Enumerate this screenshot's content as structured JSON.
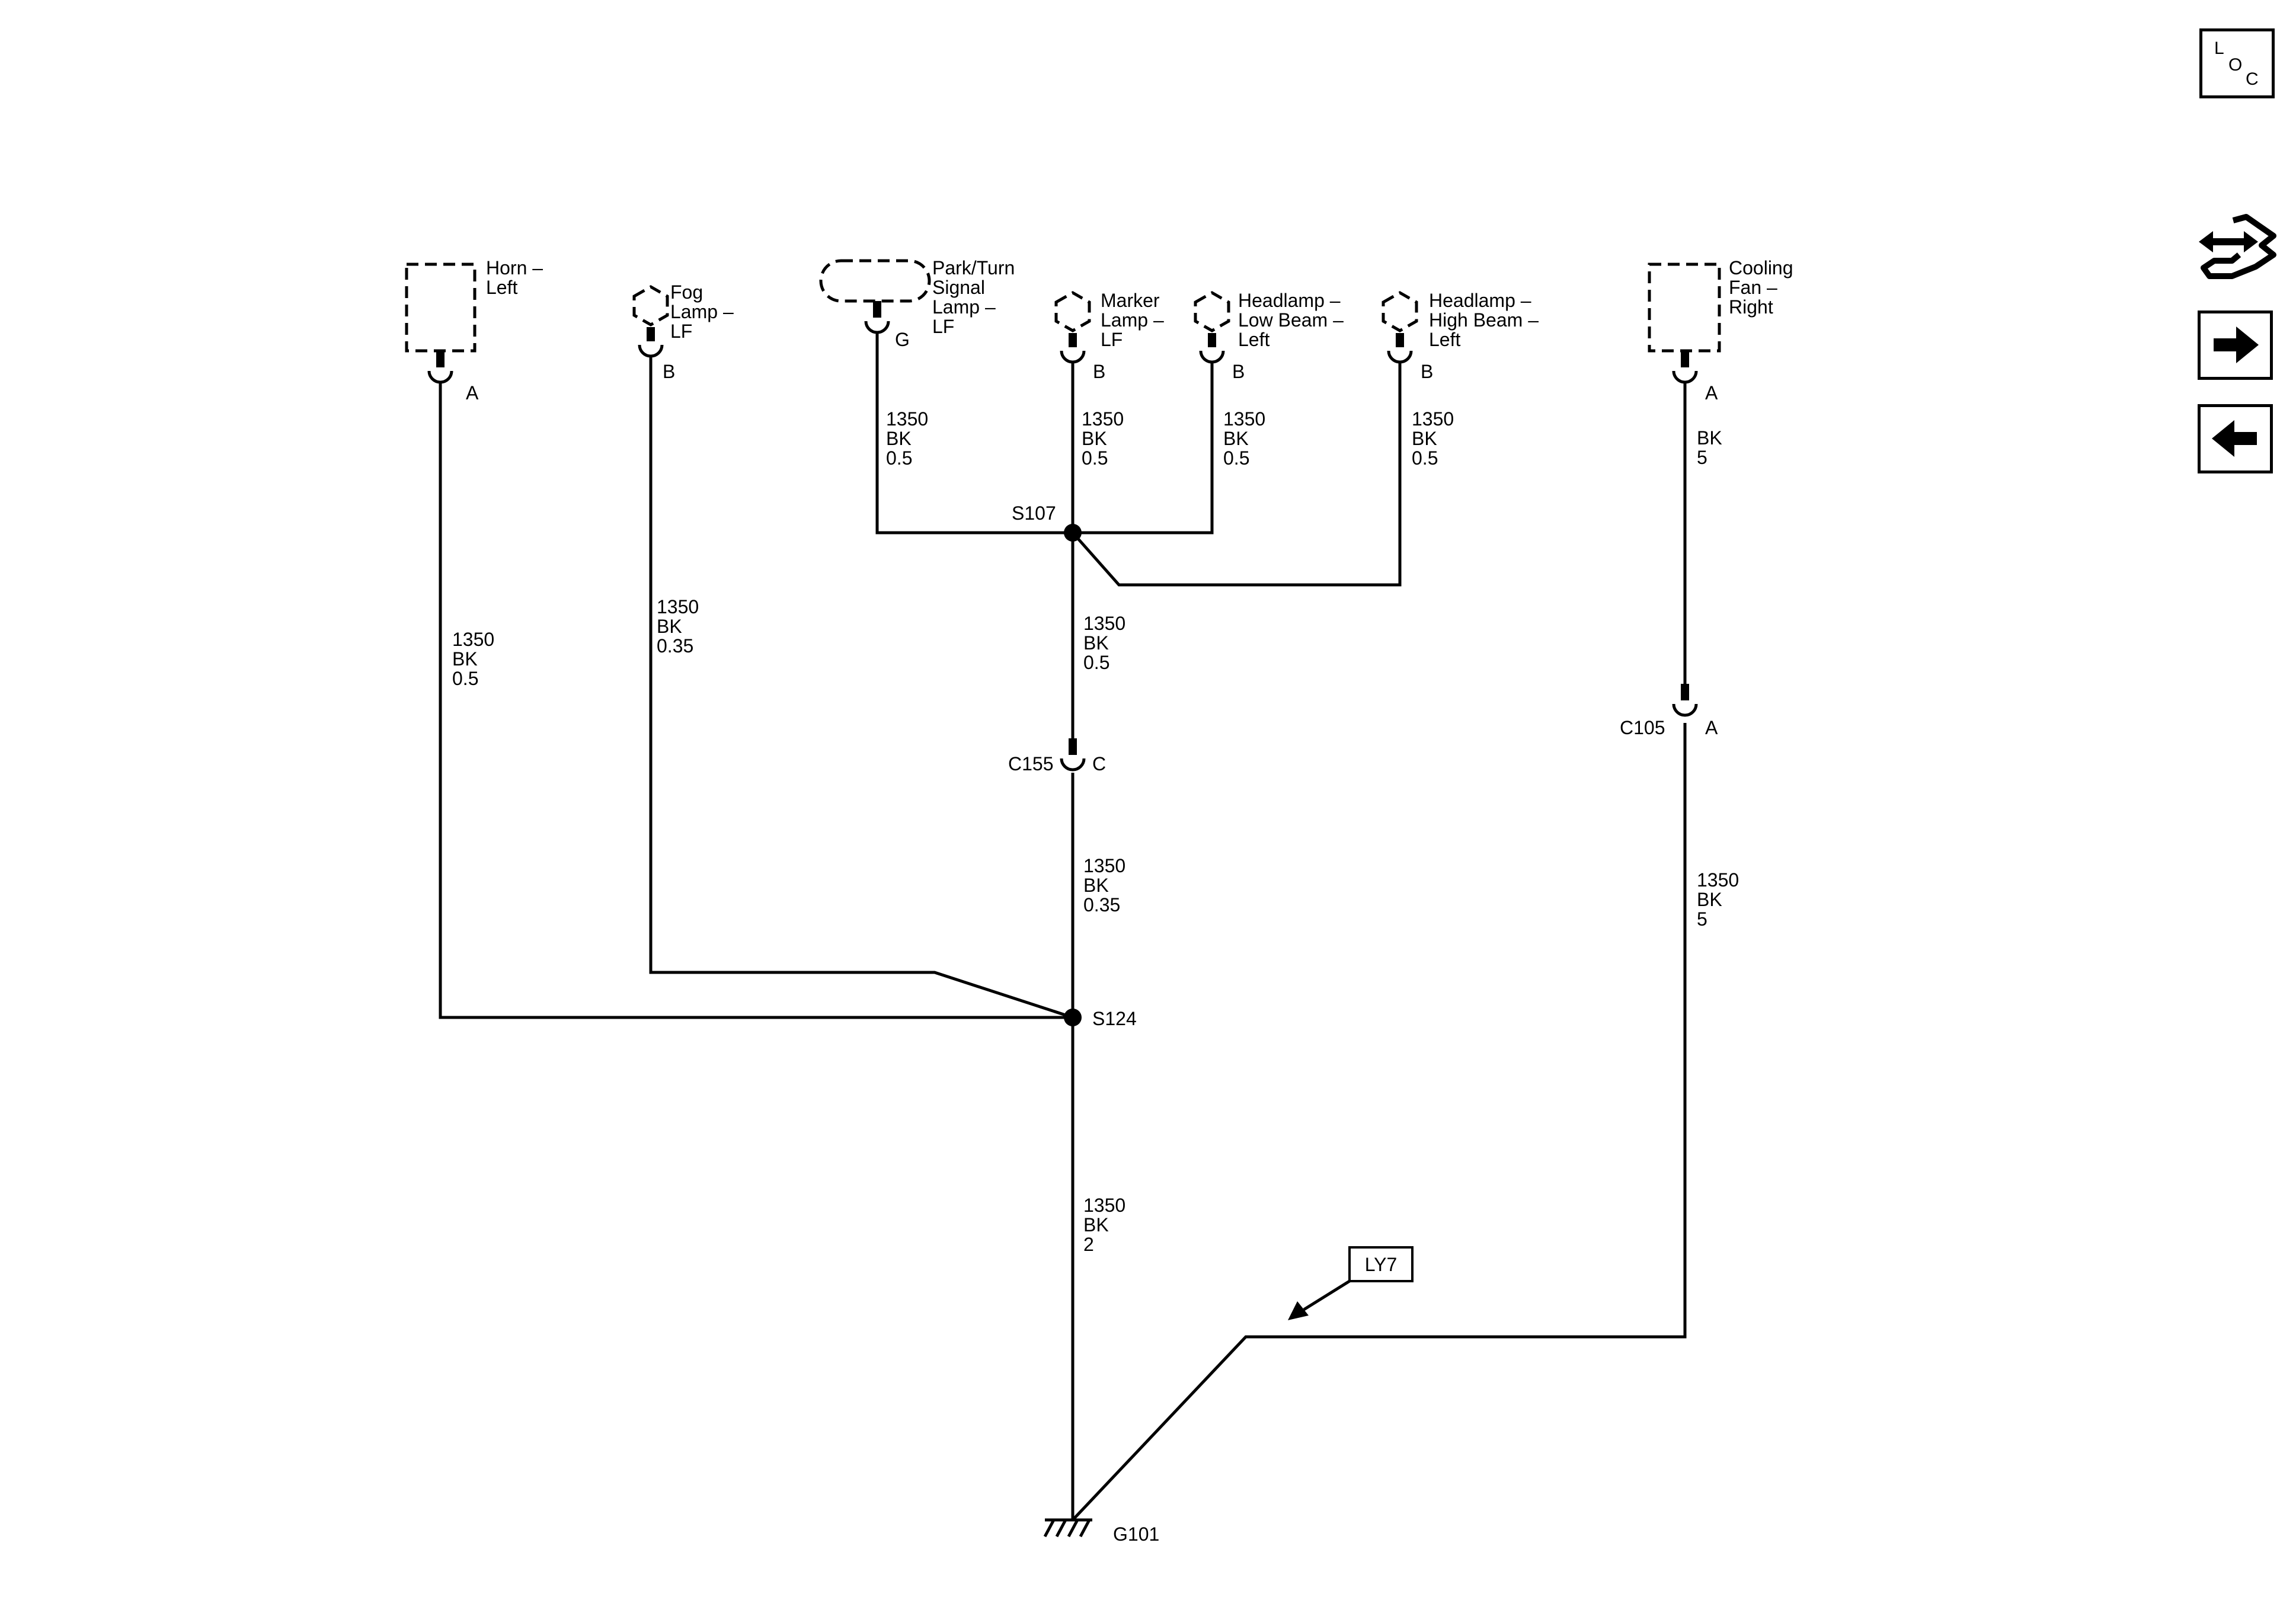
{
  "components": {
    "horn": "Horn –\nLeft",
    "fog": "Fog\nLamp –\nLF",
    "park": "Park/Turn\nSignal\nLamp –\nLF",
    "marker": "Marker\nLamp –\nLF",
    "low": "Headlamp –\nLow Beam –\nLeft",
    "high": "Headlamp –\nHigh Beam –\nLeft",
    "fan": "Cooling\nFan –\nRight"
  },
  "pins": {
    "horn": "A",
    "fog": "B",
    "park": "G",
    "marker": "B",
    "low": "B",
    "high": "B",
    "fan": "A",
    "c155": "C",
    "c105": "A"
  },
  "wires": {
    "park": "1350\nBK\n0.5",
    "marker": "1350\nBK\n0.5",
    "low": "1350\nBK\n0.5",
    "high": "1350\nBK\n0.5",
    "fan_top": "BK\n5",
    "s107_c155": "1350\nBK\n0.5",
    "horn": "1350\nBK\n0.5",
    "fog": "1350\nBK\n0.35",
    "c155_s124": "1350\nBK\n0.35",
    "fan_bottom": "1350\nBK\n5",
    "ground": "1350\nBK\n2"
  },
  "splices": {
    "s107": "S107",
    "s124": "S124"
  },
  "connectors": {
    "c155": "C155",
    "c105": "C105"
  },
  "ground": "G101",
  "option": "LY7",
  "sidebar": {
    "loc_label": [
      "L",
      "O",
      "C"
    ],
    "icons": [
      "loc-icon",
      "component-view-icon",
      "next-page-icon",
      "previous-page-icon"
    ]
  }
}
